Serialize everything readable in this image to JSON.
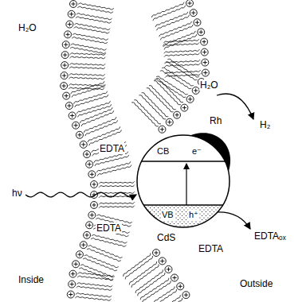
{
  "diagram": {
    "nodes": [
      {
        "text": [
          "CB",
          "e⁻",
          "VB",
          "h⁺"
        ]
      }
    ],
    "labels": [
      "H₂O",
      "H₂O",
      "H₂",
      "EDTA",
      "Rh",
      "hν",
      "EDTA",
      "EDTAₒₓ",
      "CdS",
      "EDTA",
      "Inside",
      "Outside"
    ]
  }
}
